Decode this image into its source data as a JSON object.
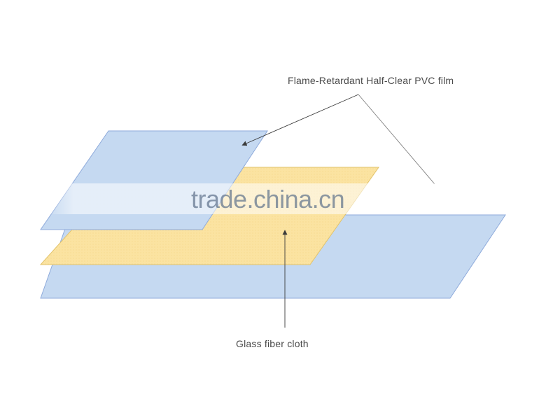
{
  "labels": {
    "pvc_film": "Flame-Retardant Half-Clear PVC film",
    "glass_fiber": "Glass fiber cloth"
  },
  "watermark": {
    "text": "trade.china.cn"
  },
  "colors": {
    "pvc_fill": "#c5d9f1",
    "pvc_stroke": "#8eaadb",
    "glass_fill": "#fbe3a1",
    "glass_stroke": "#e2c36b",
    "arrow": "#3a3a3a",
    "leader": "#7f7f7f"
  }
}
